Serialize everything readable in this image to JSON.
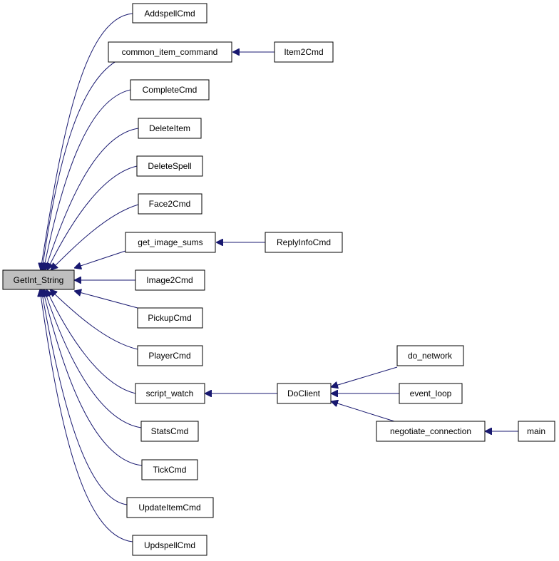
{
  "graph": {
    "colors": {
      "edge": "#191970",
      "root_fill": "#bfbfbf",
      "node_fill": "#ffffff",
      "border": "#000000"
    },
    "nodes": {
      "getint": "GetInt_String",
      "addspell": "AddspellCmd",
      "common_item": "common_item_command",
      "item2": "Item2Cmd",
      "complete": "CompleteCmd",
      "deleteitem": "DeleteItem",
      "deletespell": "DeleteSpell",
      "face2": "Face2Cmd",
      "get_image_sums": "get_image_sums",
      "replyinfo": "ReplyInfoCmd",
      "image2": "Image2Cmd",
      "pickup": "PickupCmd",
      "player": "PlayerCmd",
      "script_watch": "script_watch",
      "doclient": "DoClient",
      "do_network": "do_network",
      "event_loop": "event_loop",
      "negotiate": "negotiate_connection",
      "main": "main",
      "stats": "StatsCmd",
      "tick": "TickCmd",
      "updateitem": "UpdateItemCmd",
      "updspell": "UpdspellCmd"
    }
  }
}
